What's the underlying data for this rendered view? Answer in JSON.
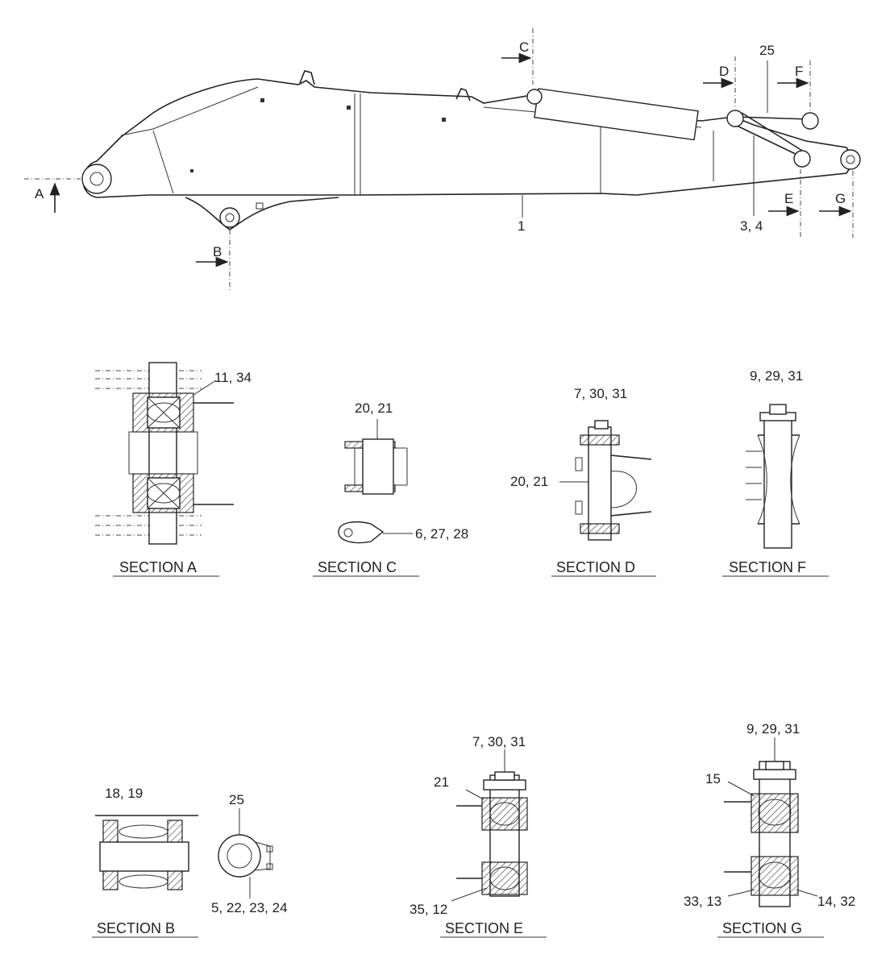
{
  "view_letters": {
    "a": "A",
    "b": "B",
    "c": "C",
    "d": "D",
    "e": "E",
    "f": "F",
    "g": "G"
  },
  "callouts": {
    "boom": "1",
    "link_top": "25",
    "link_pins": "3, 4",
    "sec_a": "11, 34",
    "sec_c_top": "20, 21",
    "sec_c_bottom": "6, 27, 28",
    "sec_d_top": "7, 30, 31",
    "sec_d_side": "20, 21",
    "sec_f_top": "9, 29, 31",
    "sec_b_top": "18, 19",
    "sec_b_link": "25",
    "sec_b_bottom": "5, 22, 23, 24",
    "sec_e_top": "7, 30, 31",
    "sec_e_left": "21",
    "sec_e_bottom": "35, 12",
    "sec_g_top": "9, 29, 31",
    "sec_g_left": "15",
    "sec_g_bottom_left": "33, 13",
    "sec_g_bottom_right": "14, 32"
  },
  "section_titles": {
    "a": "SECTION A",
    "c": "SECTION C",
    "d": "SECTION D",
    "f": "SECTION F",
    "b": "SECTION B",
    "e": "SECTION E",
    "g": "SECTION G"
  }
}
